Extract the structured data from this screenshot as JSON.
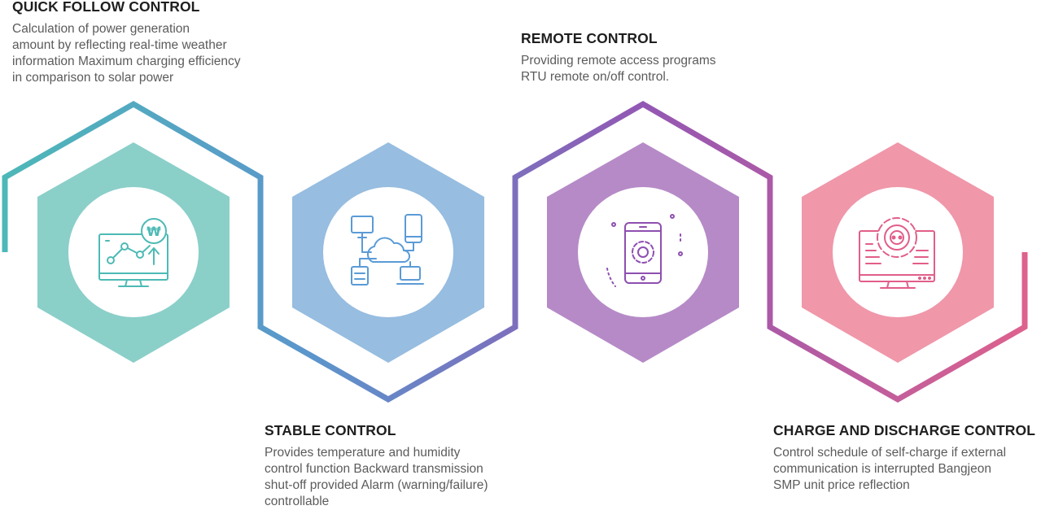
{
  "blocks": {
    "quick": {
      "title": "QUICK FOLLOW CONTROL",
      "lines": [
        "Calculation of power generation",
        "amount by reflecting real-time weather",
        "information Maximum charging efficiency",
        "in comparison to solar power"
      ]
    },
    "stable": {
      "title": "STABLE CONTROL",
      "lines": [
        "Provides temperature and humidity",
        "control function Backward transmission",
        "shut-off provided Alarm (warning/failure)",
        "controllable"
      ]
    },
    "remote": {
      "title": "REMOTE CONTROL",
      "lines": [
        "Providing remote access programs",
        "RTU remote on/off control."
      ]
    },
    "charge": {
      "title": "CHARGE AND DISCHARGE CONTROL",
      "lines": [
        "Control schedule of self-charge if external",
        "communication is interrupted Bangjeon",
        "SMP unit price reflection"
      ]
    }
  },
  "icons": {
    "quick": "monitor-chart-won-icon",
    "stable": "cloud-network-icon",
    "remote": "smartphone-gear-icon",
    "charge": "monitor-gear-icon",
    "won_symbol": "₩"
  },
  "colors": {
    "teal": "#8bcfc9",
    "blue": "#97bde0",
    "purple": "#b68ac7",
    "pink": "#f097aa",
    "line_teal": "#4db8b8",
    "line_blue": "#5b95cc",
    "line_purple": "#9357b3",
    "line_pink": "#e0628c"
  }
}
